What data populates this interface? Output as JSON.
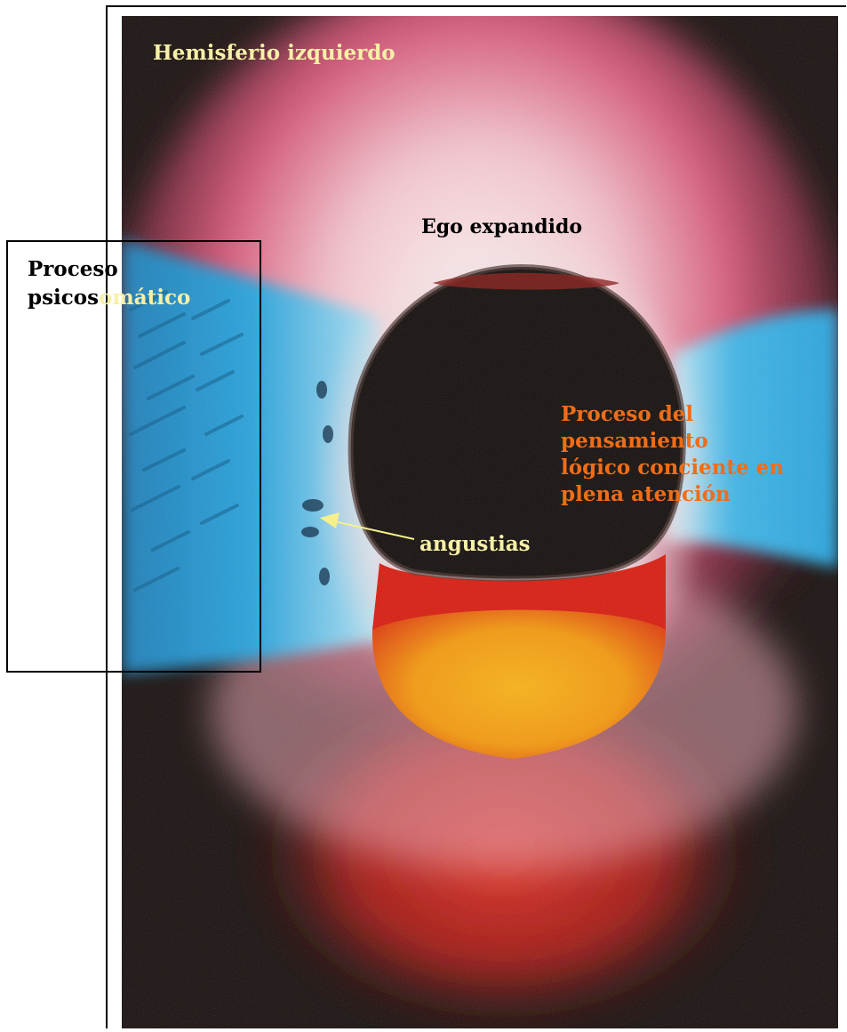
{
  "labels": {
    "hemisferio": "Hemisferio izquierdo",
    "ego": "Ego expandido",
    "psicosomatico_line1": "Proceso",
    "psicosomatico_line2": "psicosomático",
    "pensamiento_line1": "Proceso del",
    "pensamiento_line2": "pensamiento",
    "pensamiento_line3": "lógico conciente en",
    "pensamiento_line4": "plena atención",
    "angustias": "angustias"
  },
  "colors": {
    "title_text": "#f7f0a6",
    "pensamiento_text": "#f06d17",
    "angustias_text": "#f7f0a6",
    "arrow": "#f5f08a",
    "psicosomatico_text": "#000000",
    "psicosomatico_text_on_image": "#f7f0a6"
  },
  "image": {
    "subject": "kirlian-aura-photograph",
    "palette": {
      "background": "#1a1210",
      "pink_aura": "#d8587a",
      "white_glow": "#f2ece9",
      "blue_aura": "#2aa4dd",
      "dark_core": "#15100e",
      "red_band": "#d81e12",
      "orange_core": "#f6a412",
      "red_bottom": "#d2281a"
    }
  }
}
